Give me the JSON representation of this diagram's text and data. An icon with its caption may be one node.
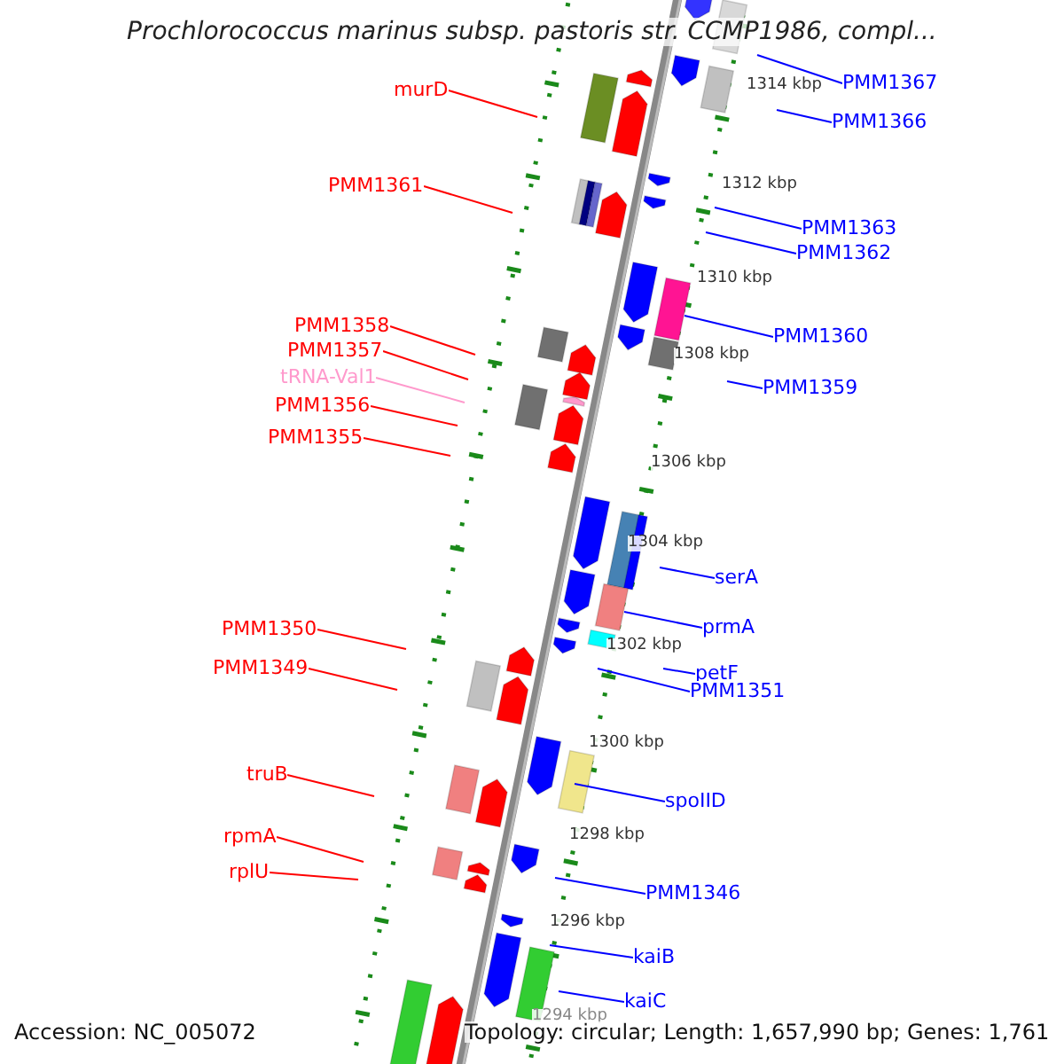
{
  "diagram": {
    "title": "Prochlorococcus marinus subsp. pastoris str. CCMP1986, compl...",
    "nodes": [
      {
        "text": [
          "PMM1367"
        ]
      },
      {
        "text": [
          "murD"
        ]
      },
      {
        "text": [
          "PMM1366"
        ]
      },
      {
        "text": [
          "PMM1361"
        ]
      },
      {
        "text": [
          "PMM1363"
        ]
      },
      {
        "text": [
          "PMM1362"
        ]
      },
      {
        "text": [
          "PMM1358"
        ]
      },
      {
        "text": [
          "PMM1360"
        ]
      },
      {
        "text": [
          "PMM1357"
        ]
      },
      {
        "text": [
          "tRNA-Val1"
        ]
      },
      {
        "text": [
          "PMM1359"
        ]
      },
      {
        "text": [
          "PMM1356"
        ]
      },
      {
        "text": [
          "PMM1355"
        ]
      },
      {
        "text": [
          "serA"
        ]
      },
      {
        "text": [
          "PMM1350"
        ]
      },
      {
        "text": [
          "prmA"
        ]
      },
      {
        "text": [
          "petF"
        ]
      },
      {
        "text": [
          "PMM1349"
        ]
      },
      {
        "text": [
          "PMM1351"
        ]
      },
      {
        "text": [
          "truB"
        ]
      },
      {
        "text": [
          "spoIID"
        ]
      },
      {
        "text": [
          "rpmA"
        ]
      },
      {
        "text": [
          "rplU"
        ]
      },
      {
        "text": [
          "PMM1346"
        ]
      },
      {
        "text": [
          "kaiB"
        ]
      },
      {
        "text": [
          "kaiC"
        ]
      }
    ],
    "edges": [
      {
        "from": 0,
        "to": null,
        "arrow": "none"
      },
      {
        "from": 1,
        "to": null,
        "arrow": "none",
        "color": "#ff0000"
      },
      {
        "from": 2,
        "to": null,
        "arrow": "none"
      },
      {
        "from": 3,
        "to": null,
        "arrow": "none",
        "color": "#ff0000"
      },
      {
        "from": 4,
        "to": null,
        "arrow": "none"
      },
      {
        "from": 5,
        "to": null,
        "arrow": "none"
      },
      {
        "from": 6,
        "to": null,
        "arrow": "none",
        "color": "#ff0000"
      },
      {
        "from": 7,
        "to": null,
        "arrow": "none"
      },
      {
        "from": 8,
        "to": null,
        "arrow": "none",
        "color": "#ff0000"
      },
      {
        "from": 9,
        "to": null,
        "arrow": "none",
        "color": "#ff99cc"
      },
      {
        "from": 10,
        "to": null,
        "arrow": "none"
      },
      {
        "from": 11,
        "to": null,
        "arrow": "none",
        "color": "#ff0000"
      },
      {
        "from": 12,
        "to": null,
        "arrow": "none",
        "color": "#ff0000"
      },
      {
        "from": 13,
        "to": null,
        "arrow": "none"
      },
      {
        "from": 14,
        "to": null,
        "arrow": "none",
        "color": "#ff0000"
      },
      {
        "from": 15,
        "to": null,
        "arrow": "none"
      },
      {
        "from": 16,
        "to": null,
        "arrow": "none"
      },
      {
        "from": 17,
        "to": null,
        "arrow": "none",
        "color": "#ff0000"
      },
      {
        "from": 18,
        "to": null,
        "arrow": "none"
      },
      {
        "from": 19,
        "to": null,
        "arrow": "none",
        "color": "#ff0000"
      },
      {
        "from": 20,
        "to": null,
        "arrow": "none"
      },
      {
        "from": 21,
        "to": null,
        "arrow": "none",
        "color": "#ff0000"
      },
      {
        "from": 22,
        "to": null,
        "arrow": "none",
        "color": "#ff0000"
      },
      {
        "from": 23,
        "to": null,
        "arrow": "none"
      },
      {
        "from": 24,
        "to": null,
        "arrow": "none"
      },
      {
        "from": 25,
        "to": null,
        "arrow": "none"
      }
    ],
    "labels": [
      "1314 kbp",
      "1312 kbp",
      "1310 kbp",
      "1308 kbp",
      "1306 kbp",
      "1304 kbp",
      "1302 kbp",
      "1300 kbp",
      "1298 kbp",
      "1296 kbp",
      "1294 kbp",
      "Accession: NC_005072",
      "Topology: circular; Length: 1,657,990 bp; Genes: 1,761"
    ]
  }
}
